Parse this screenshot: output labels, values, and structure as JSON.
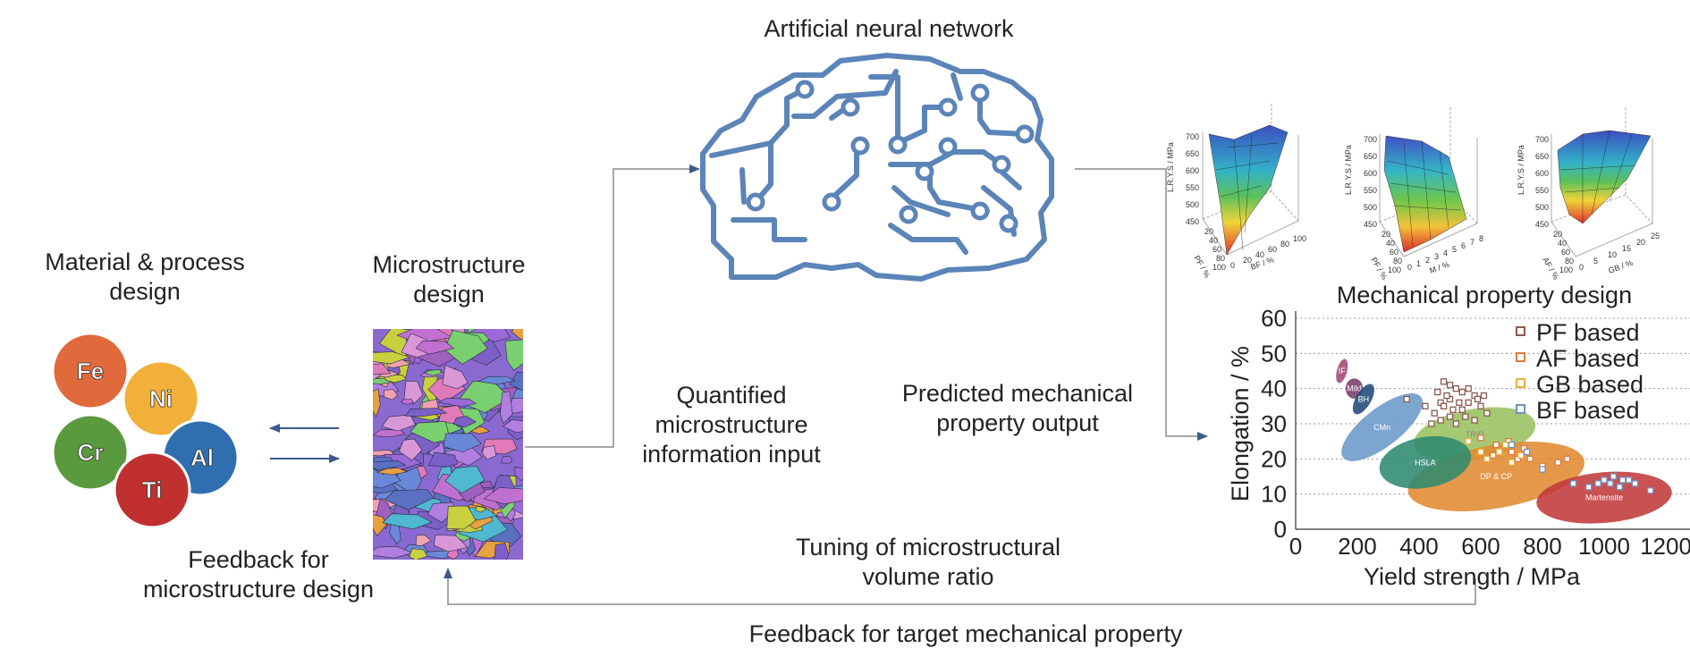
{
  "labels": {
    "ann_title": "Artificial neural network",
    "material_design": [
      "Material & process",
      "design"
    ],
    "microstructure_design": [
      "Microstructure",
      "design"
    ],
    "quantified_input": [
      "Quantified",
      "microstructure",
      "information input"
    ],
    "predicted_output": [
      "Predicted mechanical",
      "property output"
    ],
    "mech_property_design": "Mechanical property design",
    "feedback_micro": [
      "Feedback for",
      "microstructure design"
    ],
    "tuning": [
      "Tuning of microstructural",
      "volume ratio"
    ],
    "feedback_target": "Feedback for target mechanical property"
  },
  "elements": [
    {
      "symbol": "Fe",
      "color": "#e06a3c"
    },
    {
      "symbol": "Ni",
      "color": "#f0b03a"
    },
    {
      "symbol": "Cr",
      "color": "#5a9a3e"
    },
    {
      "symbol": "Al",
      "color": "#2f6fb0"
    },
    {
      "symbol": "Ti",
      "color": "#c0302e"
    }
  ],
  "surface_plots": [
    {
      "zlabel": "L.R.Y.S / MPa",
      "zticks": [
        "700",
        "650",
        "600",
        "550",
        "500",
        "450"
      ],
      "xlabel": "PF / %",
      "xticks": [
        "20",
        "40",
        "60",
        "80",
        "100"
      ],
      "ylabel": "BF / %",
      "yticks": [
        "0",
        "20",
        "40",
        "60",
        "80",
        "100"
      ]
    },
    {
      "zlabel": "L.R.Y.S / MPa",
      "zticks": [
        "700",
        "650",
        "600",
        "550",
        "500",
        "450"
      ],
      "xlabel": "PF / %",
      "xticks": [
        "20",
        "40",
        "60",
        "80",
        "100"
      ],
      "ylabel": "M / %",
      "yticks": [
        "0",
        "1",
        "2",
        "3",
        "4",
        "5",
        "6",
        "7",
        "8"
      ]
    },
    {
      "zlabel": "L.R.Y.S / MPa",
      "zticks": [
        "700",
        "650",
        "600",
        "550",
        "500",
        "450"
      ],
      "xlabel": "AF / %",
      "xticks": [
        "20",
        "40",
        "60",
        "80",
        "100"
      ],
      "ylabel": "GB / %",
      "yticks": [
        "0",
        "5",
        "10",
        "15",
        "20",
        "25"
      ]
    }
  ],
  "chart_data": {
    "type": "scatter",
    "xlabel": "Yield strength / MPa",
    "ylabel": "Elongation / %",
    "xlim": [
      0,
      1200
    ],
    "ylim": [
      0,
      60
    ],
    "xticks": [
      0,
      200,
      400,
      600,
      800,
      1000,
      1200
    ],
    "yticks": [
      0,
      10,
      20,
      30,
      40,
      50,
      60
    ],
    "grid": "horizontal dotted",
    "legend_position": "top-right",
    "series": [
      {
        "name": "PF based",
        "color": "#8a5a50",
        "points": [
          [
            480,
            42
          ],
          [
            500,
            41
          ],
          [
            520,
            40
          ],
          [
            460,
            39
          ],
          [
            540,
            39
          ],
          [
            560,
            40
          ],
          [
            580,
            38
          ],
          [
            500,
            37
          ],
          [
            470,
            36
          ],
          [
            530,
            36
          ],
          [
            560,
            36
          ],
          [
            590,
            37
          ],
          [
            610,
            38
          ],
          [
            480,
            35
          ],
          [
            510,
            34
          ],
          [
            540,
            34
          ],
          [
            450,
            33
          ],
          [
            500,
            32
          ],
          [
            550,
            32
          ],
          [
            470,
            31
          ],
          [
            520,
            30
          ],
          [
            440,
            30
          ],
          [
            580,
            31
          ],
          [
            600,
            35
          ],
          [
            360,
            37
          ],
          [
            420,
            35
          ],
          [
            490,
            38
          ],
          [
            620,
            33
          ]
        ]
      },
      {
        "name": "AF based",
        "color": "#e07a40",
        "points": [
          [
            600,
            26
          ],
          [
            650,
            24
          ],
          [
            700,
            22
          ],
          [
            720,
            20
          ],
          [
            760,
            20
          ],
          [
            800,
            18
          ],
          [
            850,
            19
          ],
          [
            880,
            20
          ],
          [
            640,
            21
          ],
          [
            690,
            25
          ],
          [
            740,
            23
          ]
        ]
      },
      {
        "name": "GB based",
        "color": "#e8b040",
        "points": [
          [
            560,
            25
          ],
          [
            600,
            22
          ],
          [
            620,
            20
          ],
          [
            660,
            22
          ],
          [
            700,
            19
          ],
          [
            730,
            21
          ],
          [
            680,
            24
          ]
        ]
      },
      {
        "name": "BF based",
        "color": "#7090c0",
        "points": [
          [
            700,
            24
          ],
          [
            750,
            22
          ],
          [
            800,
            17
          ],
          [
            900,
            13
          ],
          [
            950,
            12
          ],
          [
            980,
            13
          ],
          [
            1000,
            14
          ],
          [
            1020,
            13
          ],
          [
            1050,
            12
          ],
          [
            1080,
            14
          ],
          [
            1100,
            13
          ],
          [
            1150,
            11
          ],
          [
            1030,
            15
          ],
          [
            1060,
            14
          ]
        ]
      }
    ],
    "regions": [
      {
        "name": "IF",
        "color": "#a04870",
        "cx": 150,
        "cy": 45,
        "rx": 40,
        "ry": 8,
        "angle": -75
      },
      {
        "name": "Mild",
        "color": "#7a3a6a",
        "cx": 190,
        "cy": 40,
        "rx": 28,
        "ry": 16,
        "angle": 0
      },
      {
        "name": "BH",
        "color": "#1f4a7a",
        "cx": 220,
        "cy": 37,
        "rx": 55,
        "ry": 12,
        "angle": -60
      },
      {
        "name": "CMn",
        "color": "#6a98c8",
        "cx": 280,
        "cy": 29,
        "rx": 160,
        "ry": 30,
        "angle": -38
      },
      {
        "name": "TRIP",
        "color": "#9ac060",
        "cx": 580,
        "cy": 27,
        "rx": 200,
        "ry": 40,
        "angle": -10
      },
      {
        "name": "DP & CP",
        "color": "#e08a30",
        "cx": 650,
        "cy": 15,
        "rx": 290,
        "ry": 50,
        "angle": -10
      },
      {
        "name": "HSLA",
        "color": "#2e8a6e",
        "cx": 420,
        "cy": 19,
        "rx": 150,
        "ry": 40,
        "angle": -10
      },
      {
        "name": "Martensite",
        "color": "#c0393a",
        "cx": 1000,
        "cy": 9,
        "rx": 220,
        "ry": 40,
        "angle": -5
      }
    ]
  }
}
